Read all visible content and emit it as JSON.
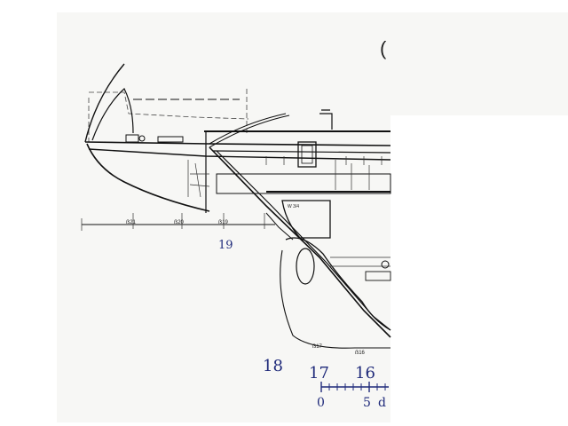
{
  "drawing": {
    "corner_mark": "(",
    "station_labels": {
      "s21": "ẞ21",
      "s20": "ẞ20",
      "s19": "ẞ19",
      "s17": "ẞ17",
      "s16": "ẞ16"
    },
    "tag_label": "W 3/4",
    "handwritten": {
      "n19": "19",
      "n18": "18",
      "n17": "17",
      "n16": "16"
    },
    "scale": {
      "zero": "0",
      "five": "5",
      "unit": "d"
    },
    "colors": {
      "paper": "#f7f7f5",
      "ink": "#111111",
      "handwriting": "#1f2a7a"
    }
  }
}
